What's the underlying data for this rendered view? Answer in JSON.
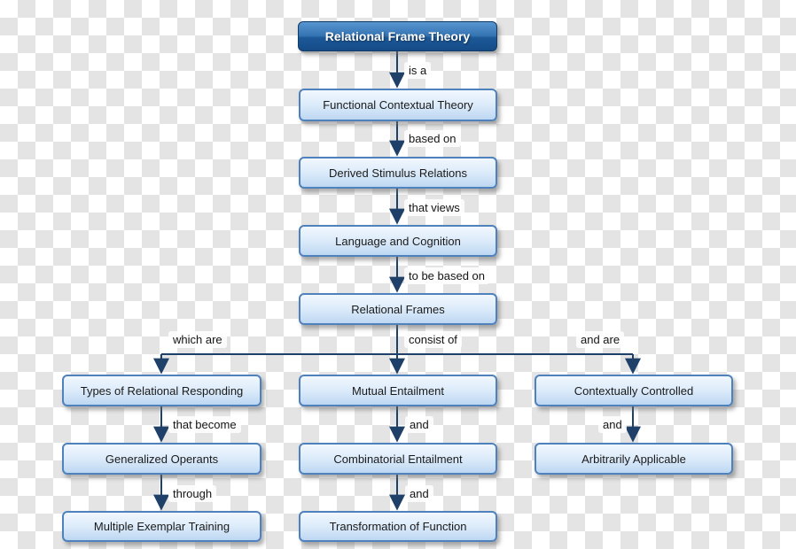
{
  "diagram": {
    "root": "Relational Frame Theory",
    "spine": {
      "edge1": "is a",
      "node1": "Functional Contextual Theory",
      "edge2": "based on",
      "node2": "Derived Stimulus Relations",
      "edge3": "that views",
      "node3": "Language and Cognition",
      "edge4": "to be based on",
      "node4": "Relational Frames"
    },
    "branch_labels": {
      "left": "which are",
      "middle": "consist of",
      "right": "and are"
    },
    "left_column": {
      "node1": "Types of Relational Responding",
      "edge1": "that become",
      "node2": "Generalized Operants",
      "edge2": "through",
      "node3": "Multiple Exemplar Training"
    },
    "middle_column": {
      "node1": "Mutual Entailment",
      "edge1": "and",
      "node2": "Combinatorial Entailment",
      "edge2": "and",
      "node3": "Transformation of Function"
    },
    "right_column": {
      "node1": "Contextually Controlled",
      "edge1": "and",
      "node2": "Arbitrarily Applicable"
    },
    "colors": {
      "root_gradient_top": "#5795d0",
      "root_gradient_bottom": "#154c88",
      "node_gradient_top": "#f1f7fe",
      "node_gradient_bottom": "#bdd7f2",
      "node_border": "#4f81bd",
      "arrow": "#1f4068",
      "checker_gray": "#e4e4e4"
    }
  }
}
